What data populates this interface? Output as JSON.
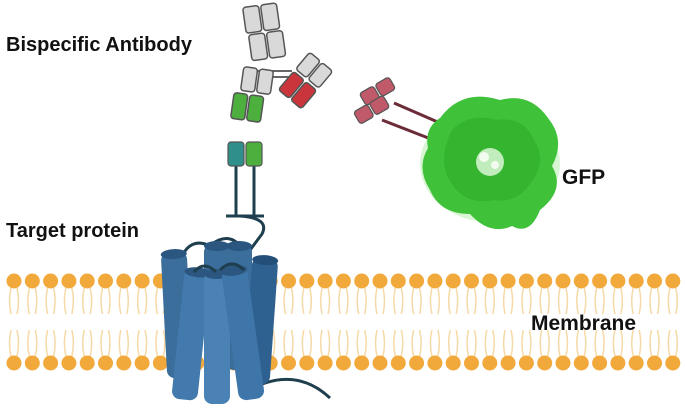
{
  "labels": {
    "antibody": "Bispecific Antibody",
    "target": "Target protein",
    "gfp": "GFP",
    "membrane": "Membrane"
  },
  "colors": {
    "lipid_head": "#f2a93b",
    "lipid_tail": "#f6d9a6",
    "helix": "#3c6e9c",
    "helix_dark": "#2a5680",
    "loop": "#1f3f4f",
    "antibody_chain": "#d9d9d9",
    "antibody_outline": "#555555",
    "antibody_green": "#4caf3e",
    "antibody_red": "#c9353a",
    "nanobody_teal": "#2f8f8a",
    "nanobody_green": "#4caf3e",
    "linker": "#6b2c38",
    "linker_head": "#c0596a",
    "gfp": "#3fc23a"
  }
}
